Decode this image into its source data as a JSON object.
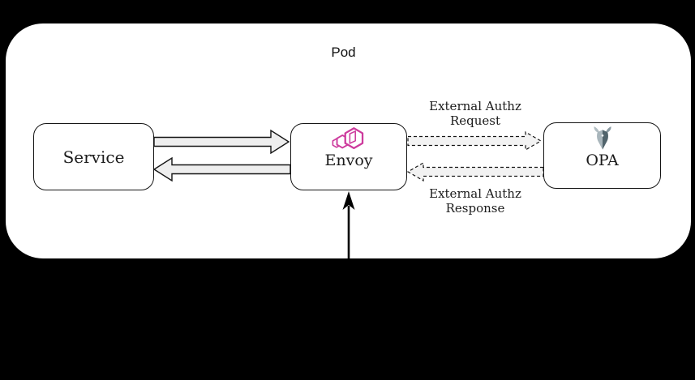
{
  "diagram": {
    "pod_label": "Pod",
    "nodes": {
      "service": {
        "label": "Service"
      },
      "envoy": {
        "label": "Envoy"
      },
      "opa": {
        "label": "OPA"
      }
    },
    "edges": {
      "service_to_envoy": {
        "type": "solid-block-arrow",
        "direction": "right"
      },
      "envoy_to_service": {
        "type": "solid-block-arrow",
        "direction": "left"
      },
      "envoy_to_opa": {
        "type": "dashed-block-arrow",
        "direction": "right",
        "label": "External Authz\nRequest"
      },
      "opa_to_envoy": {
        "type": "dashed-block-arrow",
        "direction": "left",
        "label": "External Authz\nResponse"
      },
      "ingress_to_envoy": {
        "type": "solid-line-arrow",
        "direction": "up"
      }
    },
    "colors": {
      "page_background": "#000000",
      "pod_fill": "#ffffff",
      "node_border": "#141414",
      "text": "#1b1b1b",
      "arrow_fill": "#eeeeee",
      "envoy_pink": "#cd3b9d",
      "opa_helmet_light": "#a9b6bc",
      "opa_helmet_dark": "#51646c",
      "opa_horn_light": "#b2bec3",
      "opa_horn_dark": "#8b9ba3"
    }
  }
}
